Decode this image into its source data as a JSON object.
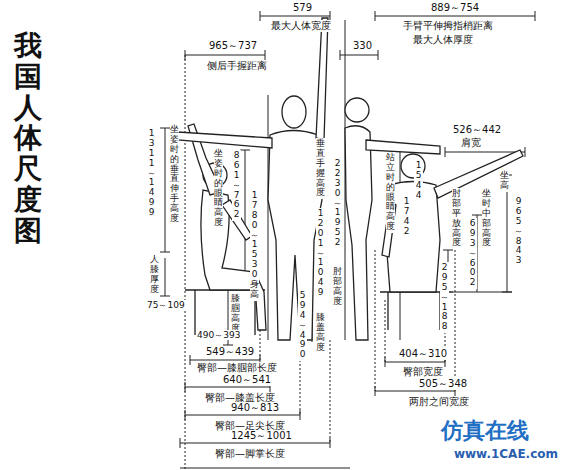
{
  "diagram": {
    "title": "我国人体尺度图",
    "labels": [
      "579",
      "最大人体宽度",
      "889～754",
      "手臂平伸拇指梢距离",
      "最大人体厚度",
      "330",
      "965～737",
      "侧后手握距离",
      "526～442",
      "肩宽",
      "1311～1499",
      "坐姿时的垂直伸手高度",
      "人膝厚度",
      "75～109",
      "坐姿时的眼睛高度",
      "861～762",
      "1780～1530身高",
      "膝腘高度",
      "490～393",
      "垂直手握高度",
      "2230～1952",
      "1201～1049",
      "肘部高度",
      "膝盖高度",
      "594～490",
      "站立时的眼睛高度",
      "1742",
      "1544",
      "肘部平放高度",
      "295～188",
      "693～602",
      "坐时中部高度",
      "坐高",
      "965～843",
      "549～439",
      "臀部—膝腘部长度",
      "640～541",
      "臀部—膝盖长度",
      "940～813",
      "臀部—足尖长度",
      "1245～1001",
      "臀部—脚掌长度",
      "404～310",
      "臀部宽度",
      "505～348",
      "两肘之间宽度",
      "仿真在线",
      "www.1CAE.com"
    ]
  }
}
